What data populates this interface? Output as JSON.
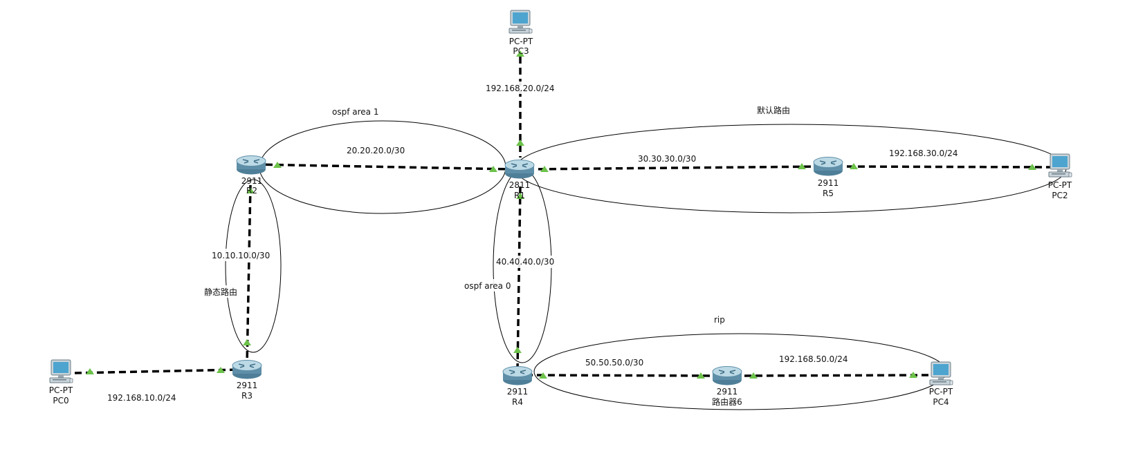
{
  "colors": {
    "link_up": "#6cc24a",
    "router_body": "#5f8fa8",
    "router_top": "#bcd9e6",
    "pc_screen": "#4da4cf",
    "pc_body": "#c9d4da"
  },
  "devices": {
    "pc3": {
      "model": "PC-PT",
      "name": "PC3",
      "icon": "pc-icon"
    },
    "r2": {
      "model": "2911",
      "name": "R2",
      "icon": "router-icon"
    },
    "r1": {
      "model": "2811",
      "name": "R1",
      "icon": "router-icon"
    },
    "r5": {
      "model": "2911",
      "name": "R5",
      "icon": "router-icon"
    },
    "pc2": {
      "model": "PC-PT",
      "name": "PC2",
      "icon": "pc-icon"
    },
    "r3": {
      "model": "2911",
      "name": "R3",
      "icon": "router-icon"
    },
    "pc0": {
      "model": "PC-PT",
      "name": "PC0",
      "icon": "pc-icon"
    },
    "r4": {
      "model": "2911",
      "name": "R4",
      "icon": "router-icon"
    },
    "r6": {
      "model": "2911",
      "name": "路由器6",
      "icon": "router-icon"
    },
    "pc4": {
      "model": "PC-PT",
      "name": "PC4",
      "icon": "pc-icon"
    }
  },
  "subnets": {
    "r1_pc3": "192.168.20.0/24",
    "r2_r1": "20.20.20.0/30",
    "r1_r5": "30.30.30.0/30",
    "r5_pc2": "192.168.30.0/24",
    "r2_r3": "10.10.10.0/30",
    "r1_r4": "40.40.40.0/30",
    "r4_r6": "50.50.50.0/30",
    "r6_pc4": "192.168.50.0/24",
    "pc0_r3": "192.168.10.0/24"
  },
  "areas": {
    "ospf_area_1": "ospf area 1",
    "default_route": "默认路由",
    "static_route": "静态路由",
    "ospf_area_0": "ospf area 0",
    "rip": "rip"
  }
}
